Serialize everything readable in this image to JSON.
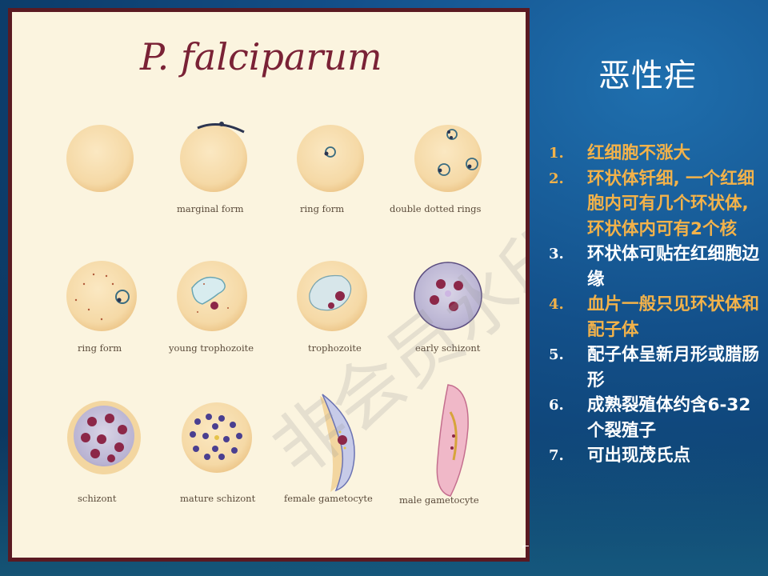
{
  "slide": {
    "title": "恶性疟",
    "corner_mark": "⌐",
    "points": [
      {
        "num": "1.",
        "text": "红细胞不涨大",
        "color": "#f2b24a"
      },
      {
        "num": "2.",
        "text": "环状体钎细, 一个红细胞内可有几个环状体,环状体内可有2个核",
        "color": "#f2b24a"
      },
      {
        "num": "3.",
        "text": "环状体可贴在红细胞边缘",
        "color": "#ffffff"
      },
      {
        "num": "4.",
        "text": "血片一般只见环状体和配子体",
        "color": "#f2b24a"
      },
      {
        "num": "5.",
        "text": "配子体呈新月形或腊肠形",
        "color": "#ffffff"
      },
      {
        "num": "6.",
        "text": "成熟裂殖体约含6-32个裂殖子",
        "color": "#ffffff"
      },
      {
        "num": "7.",
        "text": "可出现茂氏点",
        "color": "#ffffff"
      }
    ]
  },
  "figure": {
    "title": "P. falciparum",
    "watermark": "非会员水印",
    "labels": {
      "marginal_form": "marginal form",
      "ring_form_1": "ring form",
      "double_dotted_rings": "double dotted rings",
      "ring_form_2": "ring form",
      "young_trophozoite": "young trophozoite",
      "trophozoite": "trophozoite",
      "early_schizont": "early schizont",
      "schizont": "schizont",
      "mature_schizont": "mature schizont",
      "female_gametocyte": "female gametocyte",
      "male_gametocyte": "male gametocyte"
    }
  }
}
